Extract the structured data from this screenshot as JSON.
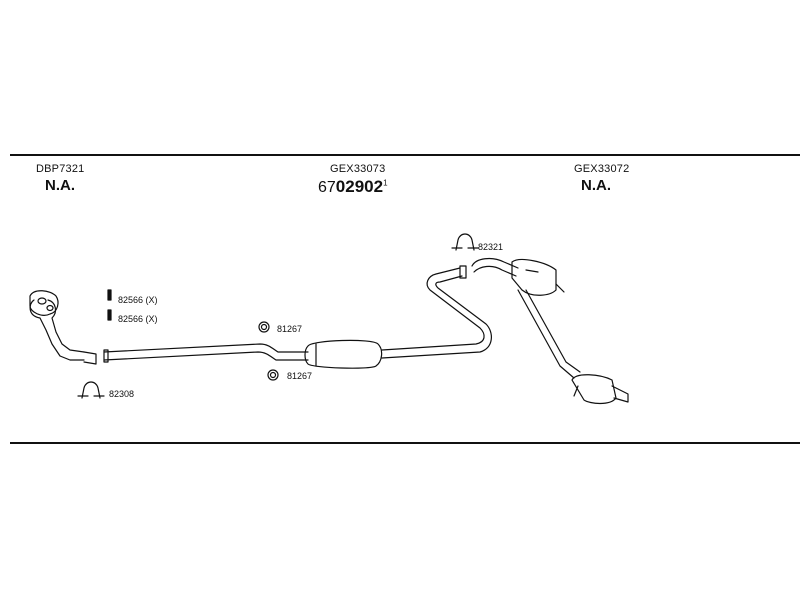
{
  "columns": [
    {
      "code": "DBP7321",
      "status": "N.A."
    },
    {
      "code": "GEX33073",
      "order_prefix": "67",
      "order_main": "02902",
      "order_suffix": "1"
    },
    {
      "code": "GEX33072",
      "status": "N.A."
    }
  ],
  "parts": {
    "gasket_1": "82566 (X)",
    "gasket_2": "82566 (X)",
    "clamp_front": "82308",
    "ring_1": "81267",
    "ring_2": "81267",
    "clamp_rear": "82321"
  },
  "icons": {
    "front_pipe": "front-pipe-icon",
    "middle_silencer": "middle-silencer-icon",
    "rear_silencer": "rear-silencer-icon",
    "clamp": "clamp-icon",
    "rubber_ring": "rubber-ring-icon",
    "gasket": "gasket-icon"
  }
}
